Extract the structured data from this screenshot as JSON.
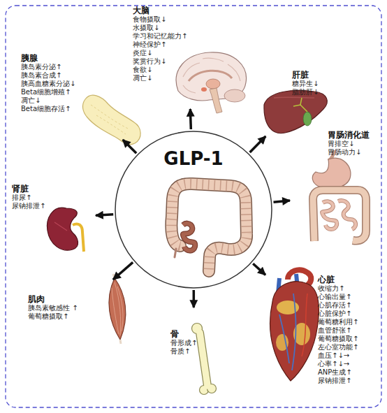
{
  "diagram": {
    "nodes": [
      {
        "text": [
          "GLP-1"
        ]
      },
      {
        "text": [
          "大脑",
          "食物摄取↓",
          "水摄取↓",
          "学习和记忆能力↑",
          "神经保护↑",
          "炎症↓",
          "奖赏行为↓",
          "食欲↓",
          "凋亡↓"
        ]
      },
      {
        "text": [
          "胰腺",
          "胰岛素分泌↑",
          "胰岛素合成↑",
          "胰高血糖素分泌↓",
          "Beta细胞增殖↑",
          "凋亡↓",
          "Beta细胞存活↑"
        ]
      },
      {
        "text": [
          "肝脏",
          "糖异生↓",
          "脂肪肝↓"
        ]
      },
      {
        "text": [
          "胃肠消化道",
          "胃排空↓",
          "胃肠动力↓"
        ]
      },
      {
        "text": [
          "肾脏",
          "排尿↑",
          "尿钠排泄↑"
        ]
      },
      {
        "text": [
          "心脏",
          "收缩力↑",
          "心输出量↑",
          "心肌存活↑",
          "心脏保护↑",
          "葡萄糖利用↑",
          "血管舒张↑",
          "葡萄糖摄取↑",
          "左心室功能↑",
          "血压↑↓→",
          "心率↑↓→",
          "ANP生成↑",
          "尿钠排泄↑"
        ]
      },
      {
        "text": [
          "肌肉",
          "胰岛素敏感性 ↑",
          "葡萄糖摄取↑"
        ]
      },
      {
        "text": [
          "骨",
          "骨形成↑",
          "骨质↑"
        ]
      }
    ],
    "edges": [
      {
        "from": 0,
        "to": 1,
        "arrow": "to"
      },
      {
        "from": 0,
        "to": 2,
        "arrow": "to"
      },
      {
        "from": 0,
        "to": 3,
        "arrow": "to"
      },
      {
        "from": 0,
        "to": 4,
        "arrow": "to"
      },
      {
        "from": 0,
        "to": 5,
        "arrow": "to"
      },
      {
        "from": 0,
        "to": 6,
        "arrow": "to"
      },
      {
        "from": 0,
        "to": 7,
        "arrow": "to"
      },
      {
        "from": 0,
        "to": 8,
        "arrow": "to"
      }
    ]
  }
}
